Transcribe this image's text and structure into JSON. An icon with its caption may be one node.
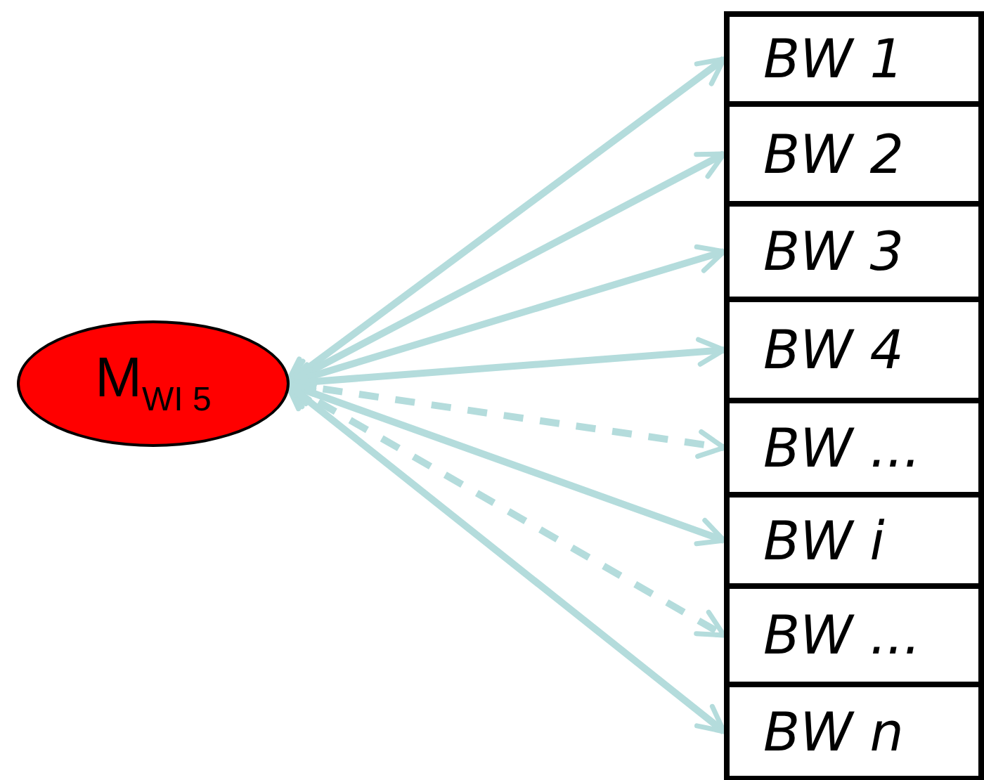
{
  "diagram": {
    "nodes": [
      {
        "text": [
          "M$_{WI 5}$"
        ]
      },
      {
        "text": [
          "BW 1"
        ]
      },
      {
        "text": [
          "BW 2"
        ]
      },
      {
        "text": [
          "BW 3"
        ]
      },
      {
        "text": [
          "BW 4"
        ]
      },
      {
        "text": [
          "BW ..."
        ]
      },
      {
        "text": [
          "BW i"
        ]
      },
      {
        "text": [
          "BW ..."
        ]
      },
      {
        "text": [
          "BW n"
        ]
      }
    ],
    "edges": [
      {
        "from": 0,
        "to": 1,
        "arrow": "both"
      },
      {
        "from": 0,
        "to": 2,
        "arrow": "both"
      },
      {
        "from": 0,
        "to": 3,
        "arrow": "both"
      },
      {
        "from": 0,
        "to": 4,
        "arrow": "both"
      },
      {
        "from": 0,
        "to": 5,
        "arrow": "both",
        "style": "dashed"
      },
      {
        "from": 0,
        "to": 6,
        "arrow": "both"
      },
      {
        "from": 0,
        "to": 7,
        "arrow": "both",
        "style": "dashed"
      },
      {
        "from": 0,
        "to": 8,
        "arrow": "both"
      }
    ]
  }
}
